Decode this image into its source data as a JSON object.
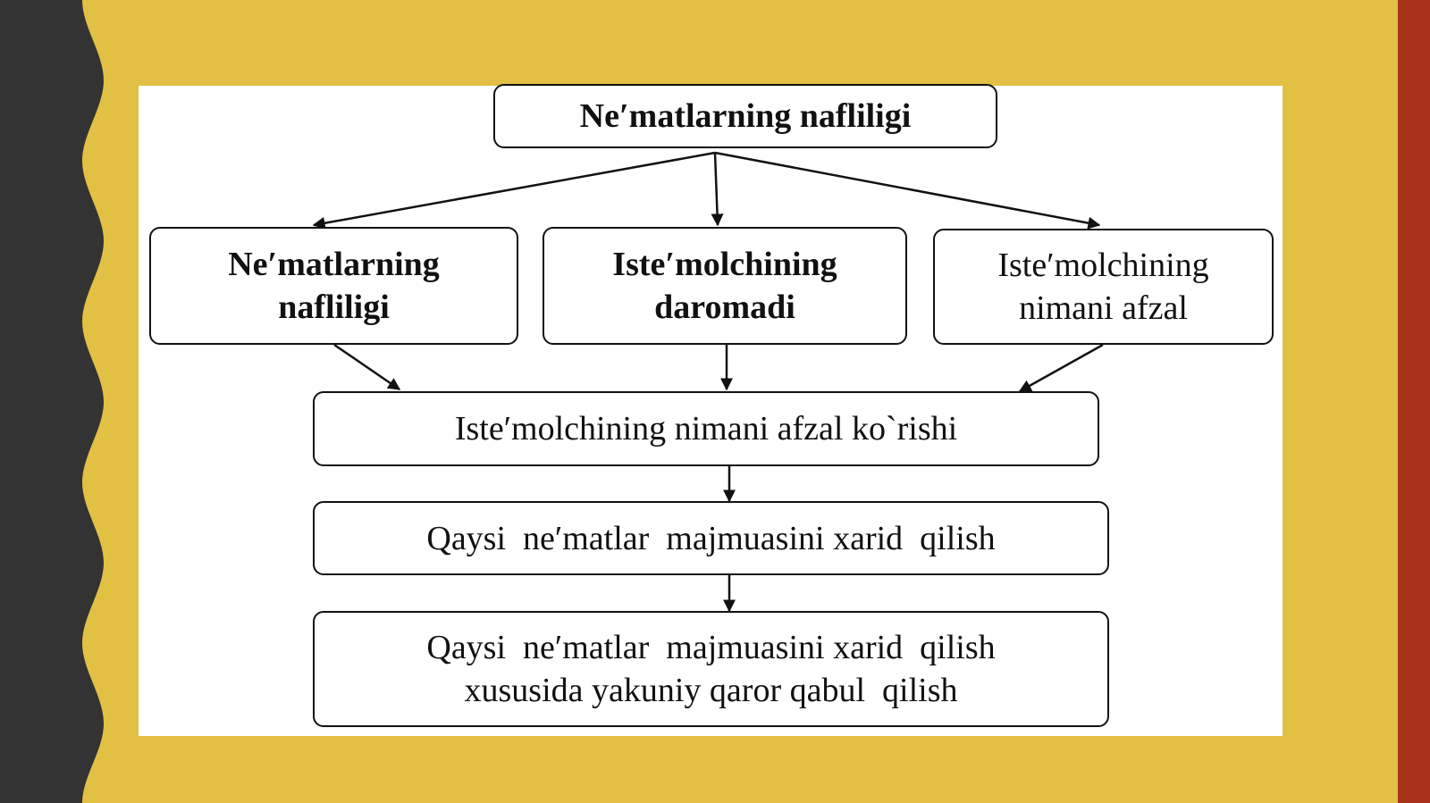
{
  "slide": {
    "colors": {
      "dark_strip": "#333333",
      "background": "#e2c044",
      "accent_bar": "#a8321a",
      "panel": "#ffffff",
      "ink": "#111111"
    }
  },
  "flowchart": {
    "top": {
      "text": "Ne′matlarning nafliligi"
    },
    "factors": [
      {
        "lines": [
          "Ne′matlarning",
          "nafliligi"
        ]
      },
      {
        "lines": [
          "Iste′molchining",
          "daromadi"
        ]
      },
      {
        "lines": [
          "Iste′molchining",
          "nimani afzal"
        ]
      }
    ],
    "steps": [
      {
        "lines": [
          "Iste′molchining nimani afzal ko`rishi"
        ]
      },
      {
        "lines": [
          "Qaysi  ne′matlar  majmuasini xarid  qilish"
        ]
      },
      {
        "lines": [
          "Qaysi  ne′matlar  majmuasini xarid  qilish",
          "xususida yakuniy qaror qabul  qilish"
        ]
      }
    ]
  }
}
